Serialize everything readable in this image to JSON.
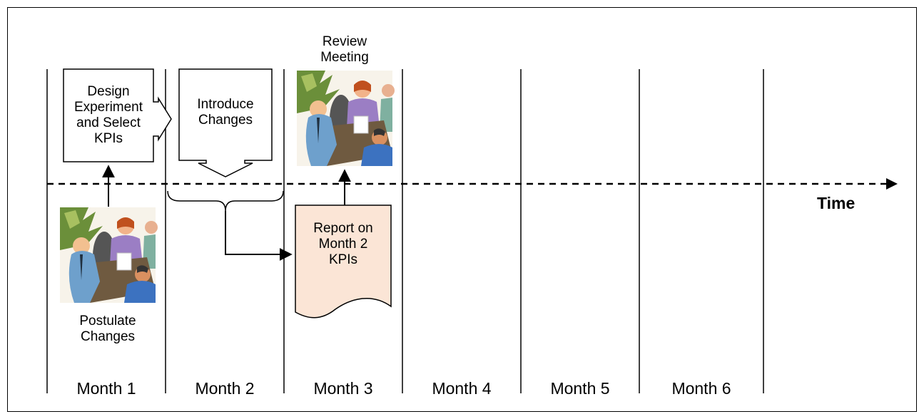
{
  "diagram": {
    "time_label": "Time",
    "months": [
      "Month 1",
      "Month 2",
      "Month 3",
      "Month 4",
      "Month 5",
      "Month 6"
    ],
    "steps": {
      "design": [
        "Design",
        "Experiment",
        "and Select",
        "KPIs"
      ],
      "introduce": [
        "Introduce",
        "Changes"
      ],
      "report": [
        "Report on",
        "Month 2",
        "KPIs"
      ],
      "review": [
        "Review",
        "Meeting"
      ],
      "postulate": [
        "Postulate",
        "Changes"
      ]
    },
    "colors": {
      "line": "#000000",
      "report_fill": "#fbe5d6",
      "clipart_bg": "#f7f3ea"
    },
    "icons": [
      "meeting-clipart-icon"
    ]
  }
}
